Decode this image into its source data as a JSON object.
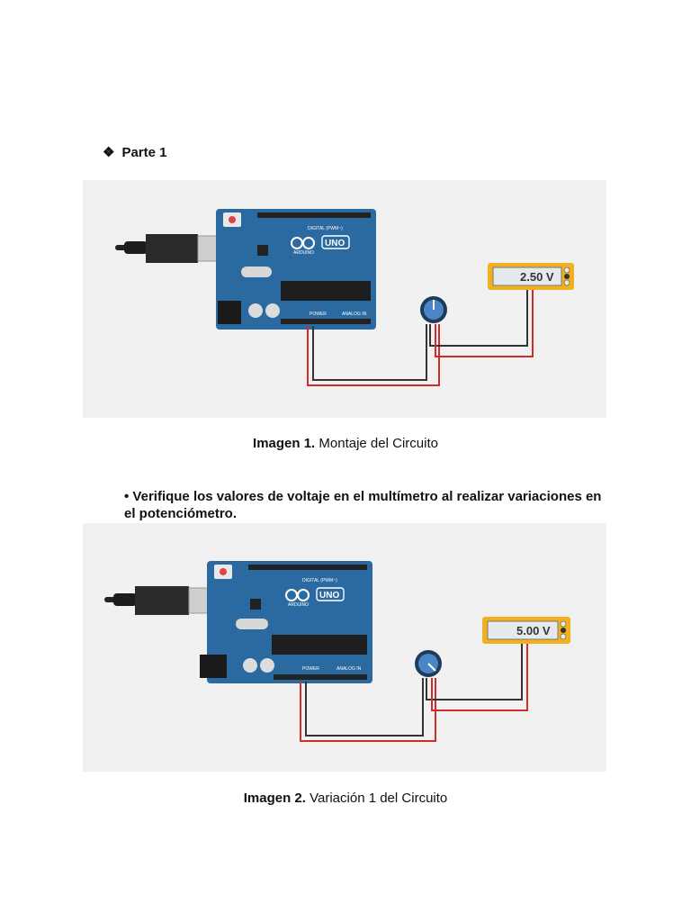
{
  "section": {
    "bullet": "❖",
    "title": "Parte 1"
  },
  "figure1": {
    "meter_reading": "2.50 V",
    "board_label": "UNO",
    "brand": "ARDUINO",
    "digital_label": "DIGITAL (PWM~)",
    "power_label": "POWER",
    "analog_label": "ANALOG IN"
  },
  "caption1": {
    "bold": "Imagen 1.",
    "text": " Montaje del Circuito"
  },
  "instruction": {
    "text": "• Verifique los valores de voltaje en el multímetro al realizar variaciones en el potenciómetro."
  },
  "figure2": {
    "meter_reading": "5.00 V",
    "board_label": "UNO",
    "brand": "ARDUINO",
    "digital_label": "DIGITAL (PWM~)",
    "power_label": "POWER",
    "analog_label": "ANALOG IN"
  },
  "caption2": {
    "bold": "Imagen 2.",
    "text": " Variación 1 del Circuito"
  },
  "colors": {
    "board": "#2b6aa0",
    "wire_red": "#d42a2a",
    "wire_black": "#333333",
    "meter_frame": "#f2b01e",
    "background": "#f1f1f2"
  }
}
